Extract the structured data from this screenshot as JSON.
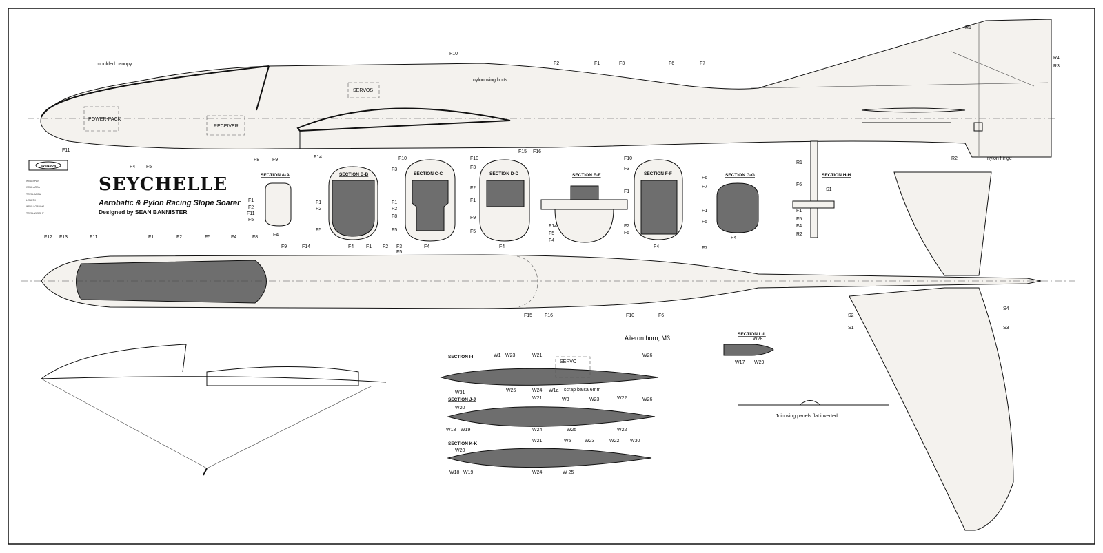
{
  "title": "SEYCHELLE",
  "subtitle": "Aerobatic & Pylon Racing Slope Soarer",
  "designer": "Designed by SEAN BANNISTER",
  "logo": "SVENSON",
  "specs": [
    "WINGSPAN",
    "WING AREA",
    "TOTAL AREA",
    "LENGTH",
    "WING LOADING",
    "TOTAL WEIGHT"
  ],
  "side_view": {
    "notes": {
      "canopy": "moulded canopy",
      "bolts": "nylon wing bolts",
      "servos": "SERVOS",
      "power": "POWER-PACK",
      "receiver": "RECEIVER",
      "hinge": "nylon hinge"
    },
    "labels": [
      "F10",
      "F2",
      "F1",
      "F3",
      "F6",
      "F7",
      "F11",
      "F4",
      "F5",
      "F8",
      "F9",
      "F14",
      "F15",
      "F16",
      "R1",
      "R4",
      "R3",
      "R2"
    ]
  },
  "sections": [
    {
      "name": "SECTION A-A",
      "labels": [
        "F1",
        "F2",
        "F11",
        "F5",
        "F4"
      ]
    },
    {
      "name": "SECTION B-B",
      "labels": [
        "F1",
        "F2",
        "F5",
        "F4"
      ]
    },
    {
      "name": "SECTION C-C",
      "labels": [
        "F10",
        "F3",
        "F1",
        "F2",
        "F8",
        "F5",
        "F4"
      ]
    },
    {
      "name": "SECTION D-D",
      "labels": [
        "F10",
        "F3",
        "F2",
        "F1",
        "F9",
        "F5",
        "F4"
      ]
    },
    {
      "name": "SECTION E-E",
      "labels": [
        "F14",
        "F5",
        "F4"
      ]
    },
    {
      "name": "SECTION F-F",
      "labels": [
        "F10",
        "F3",
        "F1",
        "F2",
        "F5",
        "F4"
      ]
    },
    {
      "name": "SECTION G-G",
      "labels": [
        "F6",
        "F7",
        "F1",
        "F5",
        "F4"
      ]
    },
    {
      "name": "SECTION H-H",
      "labels": [
        "R1",
        "F6",
        "S1",
        "F1",
        "F5",
        "F4",
        "R2"
      ]
    }
  ],
  "top_view": {
    "labels": [
      "F12",
      "F13",
      "F11",
      "F1",
      "F2",
      "F5",
      "F4",
      "F8",
      "F9",
      "F14",
      "F1",
      "F2",
      "F3",
      "F5",
      "F7",
      "F15",
      "F16",
      "F10",
      "F6"
    ]
  },
  "wing_sections": [
    {
      "name": "SECTION I-I",
      "labels": [
        "W1",
        "W23",
        "W21",
        "W26",
        "W31",
        "W25",
        "W24",
        "W1a",
        "W22"
      ],
      "note": "scrap balsa 6mm",
      "servo": "SERVO"
    },
    {
      "name": "SECTION J-J",
      "labels": [
        "W20",
        "W21",
        "W3",
        "W23",
        "W26",
        "W18",
        "W19",
        "W24",
        "W25",
        "W22"
      ]
    },
    {
      "name": "SECTION K-K",
      "labels": [
        "W20",
        "W21",
        "W5",
        "W23",
        "W22",
        "W30",
        "W18",
        "W19",
        "W24",
        "W 25"
      ]
    },
    {
      "name": "SECTION L-L",
      "labels": [
        "W28",
        "W17",
        "W29"
      ]
    }
  ],
  "aileron_horn": "Aileron horn, M3",
  "join_note": "Join wing panels flat inverted.",
  "tail_labels": [
    "S2",
    "S1",
    "S4",
    "S3"
  ]
}
